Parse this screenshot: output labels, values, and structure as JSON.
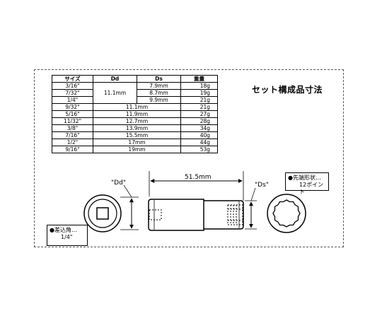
{
  "title": "セット構成品寸法",
  "table": {
    "headers": [
      "サイズ",
      "Dd",
      "Ds",
      "重量"
    ],
    "group_dd": "11.1mm",
    "group_rows": [
      {
        "size": "3/16\"",
        "ds": "7.9mm",
        "weight": "18g"
      },
      {
        "size": "7/32\"",
        "ds": "8.7mm",
        "weight": "19g"
      },
      {
        "size": "1/4\"",
        "ds": "9.9mm",
        "weight": "21g"
      }
    ],
    "rows": [
      {
        "size": "9/32\"",
        "dim": "11.1mm",
        "weight": "21g"
      },
      {
        "size": "5/16\"",
        "dim": "11.9mm",
        "weight": "27g"
      },
      {
        "size": "11/32\"",
        "dim": "12.7mm",
        "weight": "28g"
      },
      {
        "size": "3/8\"",
        "dim": "13.9mm",
        "weight": "34g"
      },
      {
        "size": "7/16\"",
        "dim": "15.5mm",
        "weight": "40g"
      },
      {
        "size": "1/2\"",
        "dim": "17mm",
        "weight": "44g"
      },
      {
        "size": "9/16\"",
        "dim": "19mm",
        "weight": "53g"
      }
    ]
  },
  "drawing": {
    "dd_label": "\"Dd\"",
    "ds_label": "\"Ds\"",
    "length_label": "51.5mm"
  },
  "notes": {
    "left_line1": "●差込角…",
    "left_line2": "1/4\"",
    "right_line1": "●先端形状…",
    "right_line2": "12ポイント"
  }
}
